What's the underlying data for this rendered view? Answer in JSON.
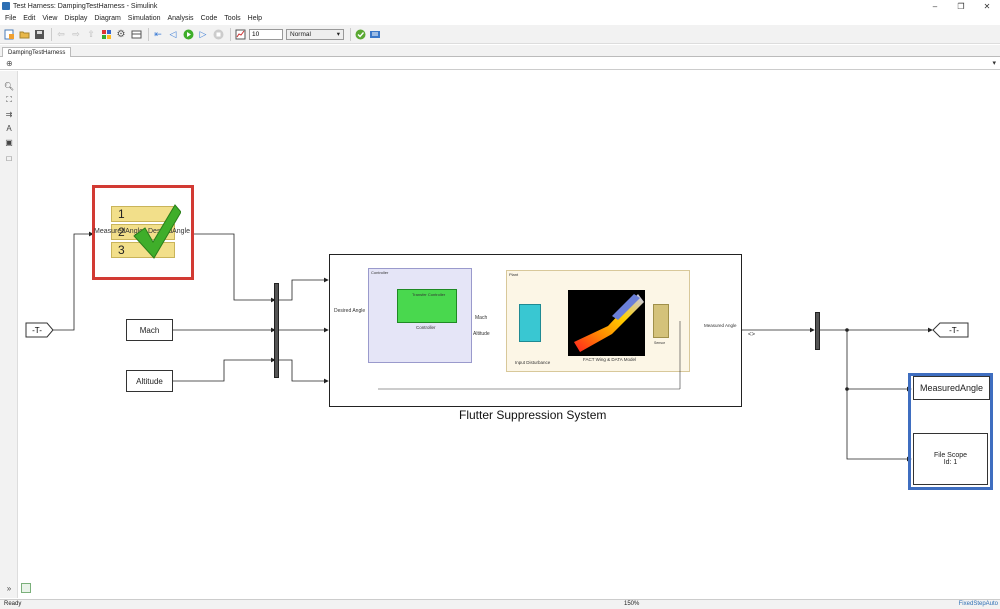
{
  "window": {
    "title": "Test Harness: DampingTestHarness - Simulink",
    "controls": [
      "–",
      "❐",
      "✕"
    ]
  },
  "menu": [
    "File",
    "Edit",
    "View",
    "Display",
    "Diagram",
    "Simulation",
    "Analysis",
    "Code",
    "Tools",
    "Help"
  ],
  "toolbar": {
    "stop_time": "10",
    "sim_mode": "Normal"
  },
  "tab": {
    "label": "DampingTestHarness"
  },
  "model": {
    "inport_goto_from_left": "-T-",
    "mach_label": "Mach",
    "altitude_label": "Altitude",
    "test_sequence": {
      "rows": [
        "1",
        "2",
        "3"
      ],
      "in_port": "MeasuredAngle",
      "out_port": "DesiredAngle"
    },
    "subsystem": {
      "name": "Flutter Suppression System",
      "in1": "Desired Angle",
      "in2": "Mach",
      "in3": "Altitude",
      "controller_title": "Controller",
      "controller_inner": "Transfer Controller",
      "controller_sub": "Controller",
      "plant_title": "Plant",
      "surface_label": "FACT Wing & DATA Model",
      "input_disturbance": "Input Disturbance",
      "out1": "Measured Angle",
      "sensor": "Sensor",
      "out_symbol": "<>"
    },
    "goto_right": "-T-",
    "measured_angle_display": "MeasuredAngle",
    "file_scope": {
      "title": "File Scope",
      "id": "Id: 1"
    }
  },
  "status": {
    "left": "Ready",
    "zoom": "150%",
    "solver": "FixedStepAuto"
  },
  "colors": {
    "accent": "#2d6fb4",
    "check_green": "#3fae2a",
    "red_highlight": "#d23a33",
    "blue_highlight": "#3f6ec0",
    "test_seq_yellow": "#f2df8a",
    "controller_bg": "#e5e5f7",
    "plant_bg": "#fcf6e6"
  }
}
